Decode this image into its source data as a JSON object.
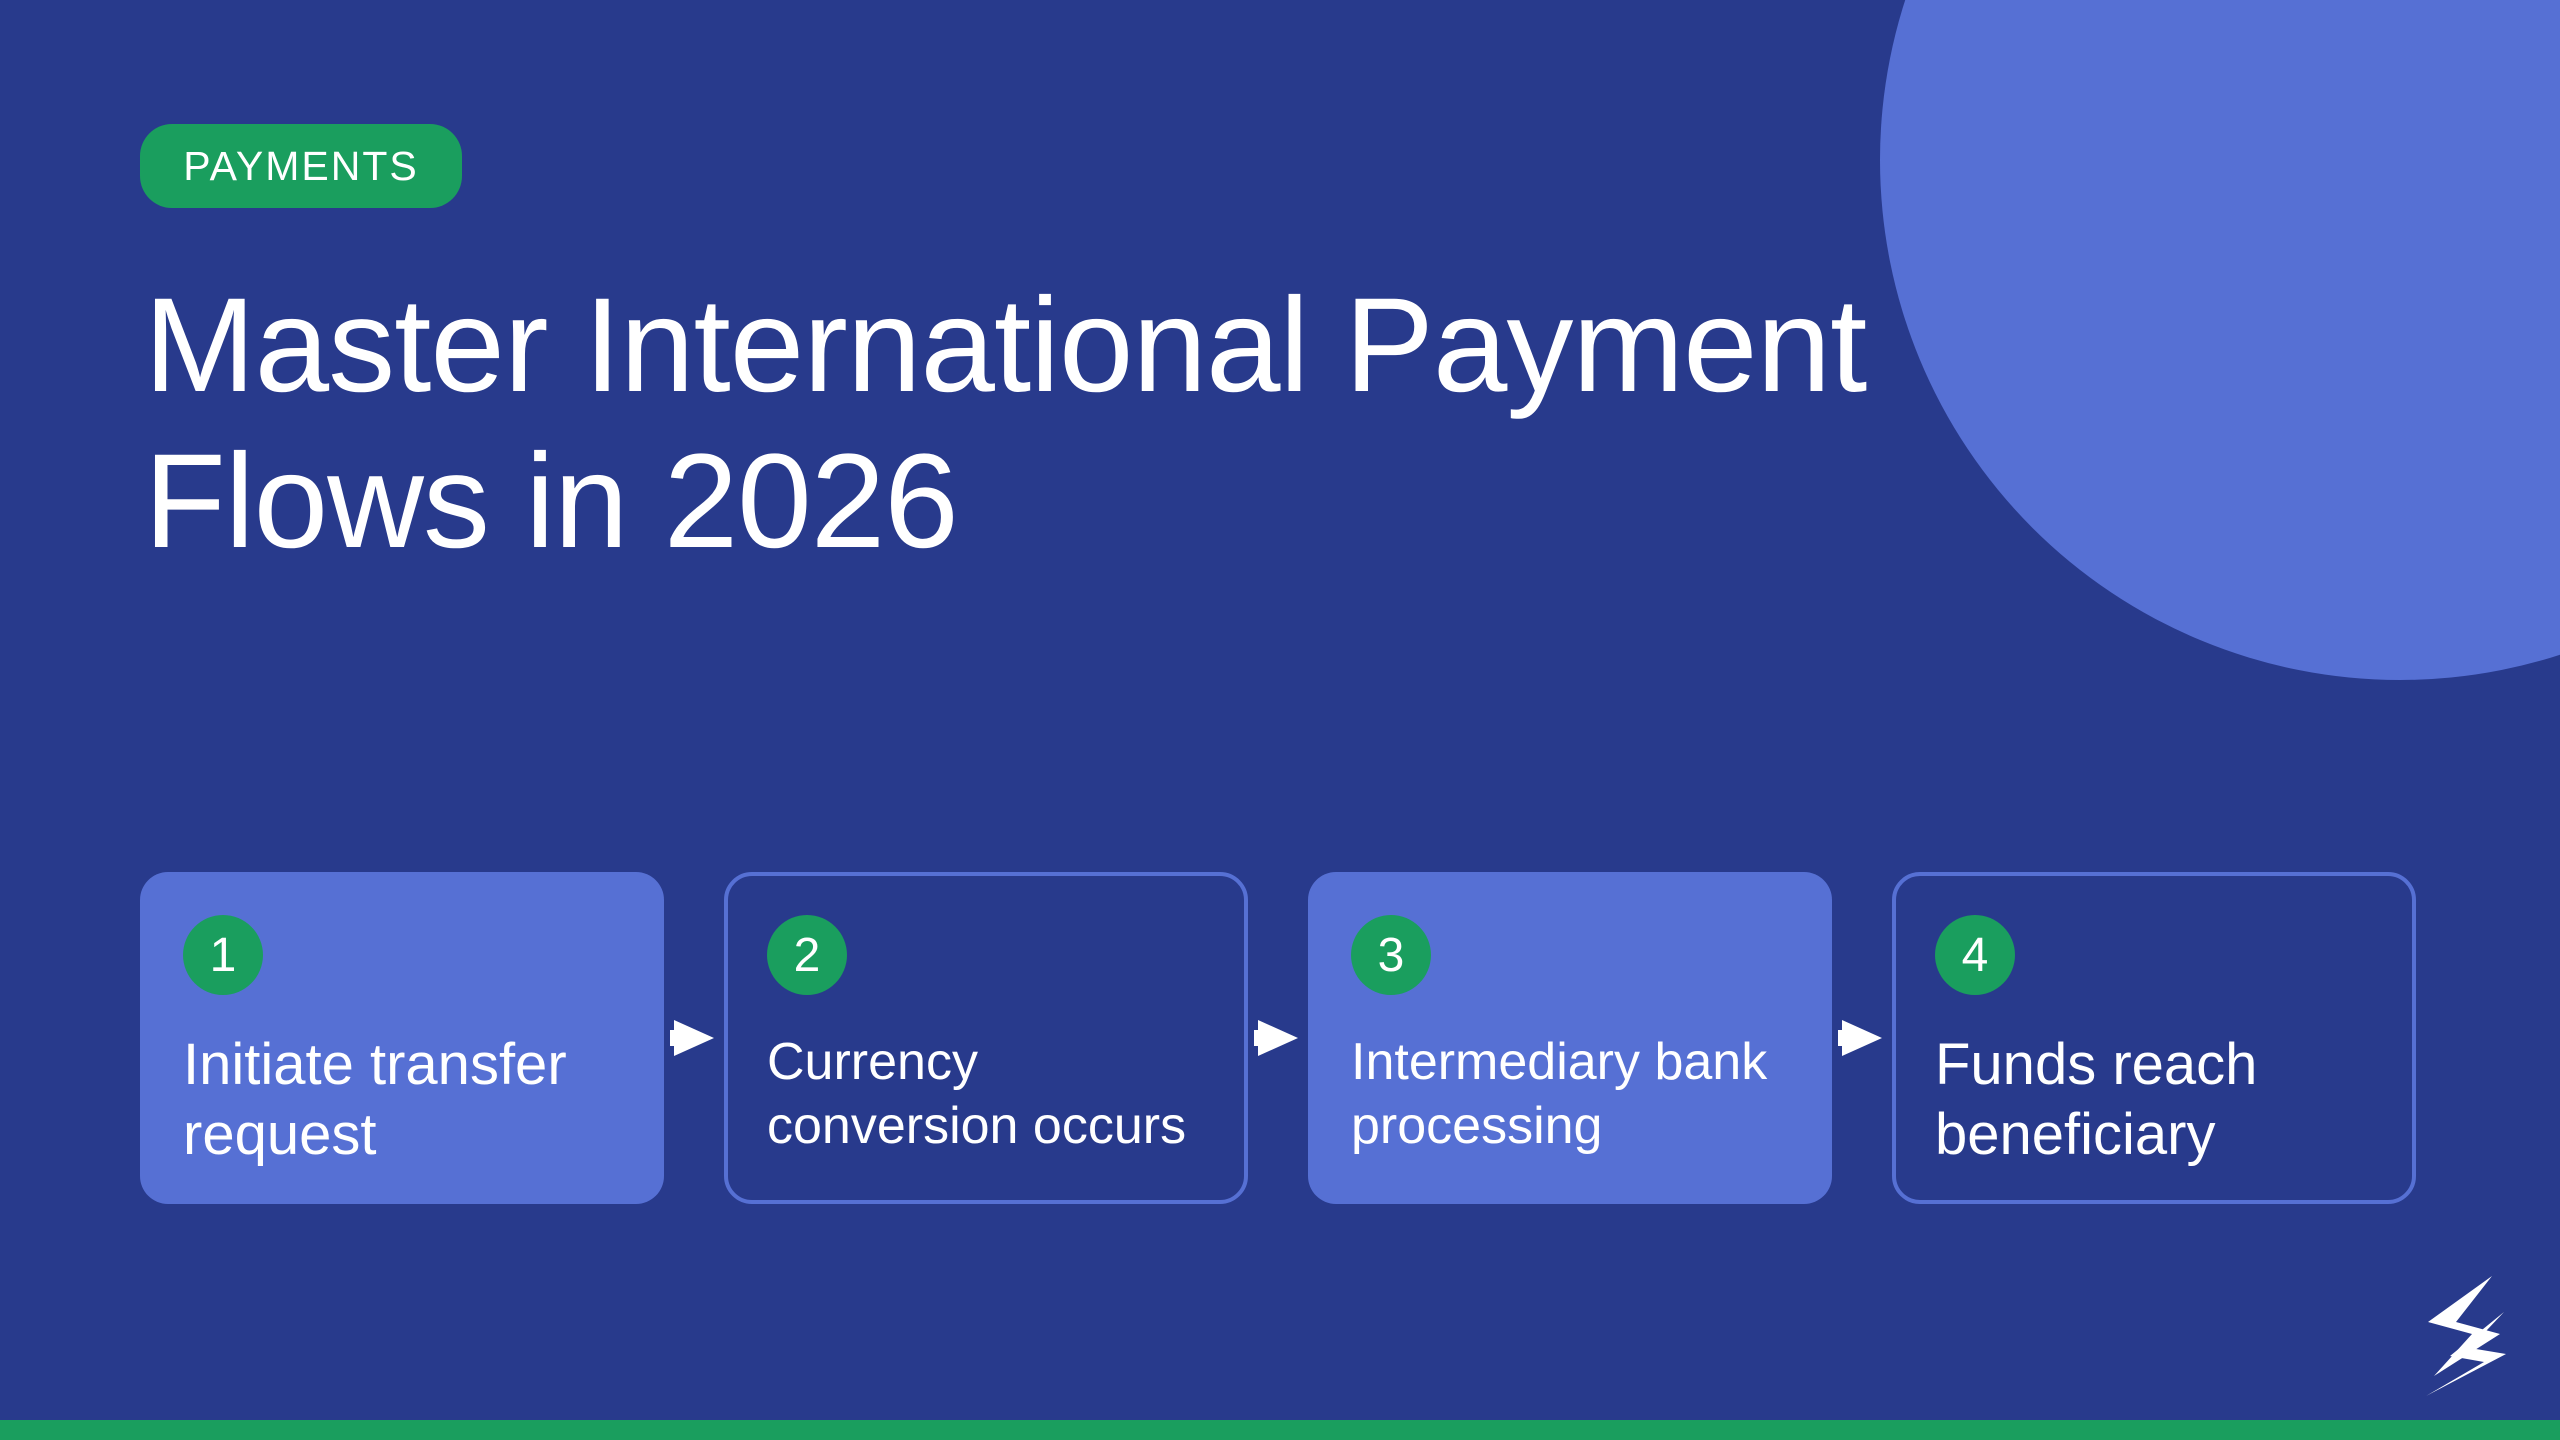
{
  "tag": "PAYMENTS",
  "title": {
    "line1": "Master International Payment",
    "line2": "Flows in 2026"
  },
  "steps": [
    {
      "number": "1",
      "label": "Initiate transfer request"
    },
    {
      "number": "2",
      "label": "Currency conversion occurs"
    },
    {
      "number": "3",
      "label": "Intermediary bank processing"
    },
    {
      "number": "4",
      "label": "Funds reach beneficiary"
    }
  ],
  "colors": {
    "background": "#283A8C",
    "accent_blue": "#5670D4",
    "accent_green": "#1A9E5E",
    "text": "#FFFFFF"
  },
  "icons": {
    "arrow": "arrow-right-icon",
    "logo": "brand-logo-icon"
  }
}
